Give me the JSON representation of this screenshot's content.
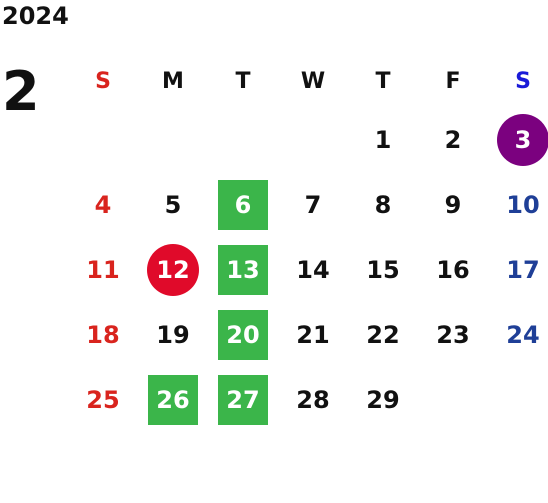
{
  "calendar": {
    "year": "2024",
    "month": "2",
    "weekdays": [
      "S",
      "M",
      "T",
      "W",
      "T",
      "F",
      "S"
    ],
    "weeks": [
      [
        "",
        "",
        "",
        "",
        "1",
        "2",
        "3"
      ],
      [
        "4",
        "5",
        "6",
        "7",
        "8",
        "9",
        "10"
      ],
      [
        "11",
        "12",
        "13",
        "14",
        "15",
        "16",
        "17"
      ],
      [
        "18",
        "19",
        "20",
        "21",
        "22",
        "23",
        "24"
      ],
      [
        "25",
        "26",
        "27",
        "28",
        "29",
        "",
        ""
      ]
    ]
  },
  "colors": {
    "sunday": "#d9241e",
    "saturday": "#1f3f97",
    "green_highlight": "#3bb54a",
    "red_holiday": "#e00a2a",
    "purple_holiday": "#7b017f"
  }
}
